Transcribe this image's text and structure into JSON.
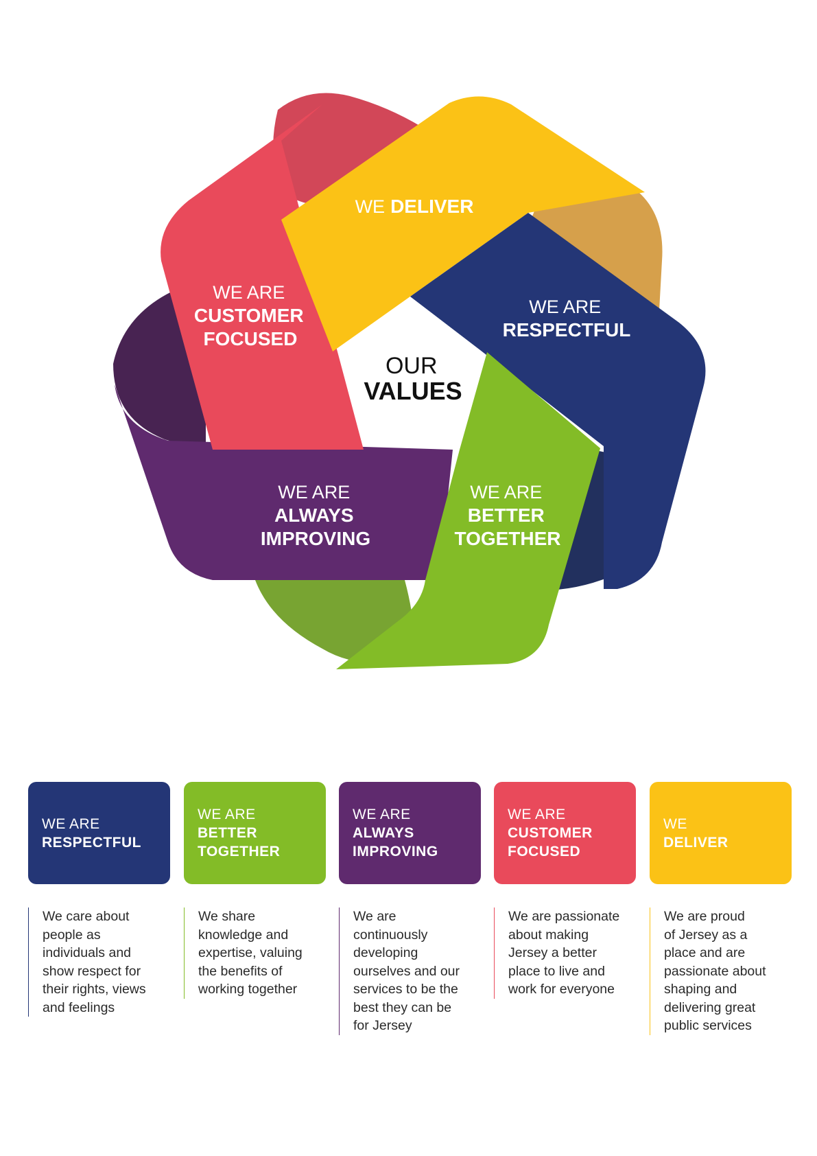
{
  "diagram": {
    "center": {
      "line1": "OUR",
      "line2": "VALUES"
    },
    "bands": [
      {
        "id": "deliver",
        "lines": [
          "WE",
          "DELIVER"
        ],
        "inline": true,
        "color": "#FBC216",
        "shade": "#D6A04B"
      },
      {
        "id": "respectful",
        "lines": [
          "WE ARE",
          "RESPECTFUL"
        ],
        "color": "#243676",
        "shade": "#22305E"
      },
      {
        "id": "better-together",
        "lines": [
          "WE ARE",
          "BETTER",
          "TOGETHER"
        ],
        "color": "#83BC27",
        "shade": "#78A432"
      },
      {
        "id": "always-improving",
        "lines": [
          "WE ARE",
          "ALWAYS",
          "IMPROVING"
        ],
        "color": "#5F2A6E",
        "shade": "#482352"
      },
      {
        "id": "customer-focused",
        "lines": [
          "WE ARE",
          "CUSTOMER",
          "FOCUSED"
        ],
        "color": "#E94A5B",
        "shade": "#D24758"
      }
    ]
  },
  "values": [
    {
      "id": "respectful",
      "line1": "WE ARE",
      "line2": "RESPECTFUL",
      "color": "#243676",
      "description": "We care about\npeople as\nindividuals and\nshow respect for\ntheir rights, views\nand feelings"
    },
    {
      "id": "better-together",
      "line1": "WE ARE",
      "line2": "BETTER\nTOGETHER",
      "color": "#83BC27",
      "description": "We share\nknowledge and\nexpertise, valuing\nthe benefits of\nworking together"
    },
    {
      "id": "always-improving",
      "line1": "WE ARE",
      "line2": "ALWAYS\nIMPROVING",
      "color": "#5F2A6E",
      "description": "We are\ncontinuously\ndeveloping\nourselves and our\nservices to be the\nbest they can be\nfor Jersey"
    },
    {
      "id": "customer-focused",
      "line1": "WE ARE",
      "line2": "CUSTOMER\nFOCUSED",
      "color": "#E94A5B",
      "description": "We are passionate\nabout making\nJersey a better\nplace to live and\nwork for everyone"
    },
    {
      "id": "deliver",
      "line1": "WE",
      "line2": "DELIVER",
      "color": "#FBC216",
      "description": "We are proud\nof Jersey as a\nplace and are\npassionate about\nshaping and\ndelivering great\npublic services"
    }
  ]
}
